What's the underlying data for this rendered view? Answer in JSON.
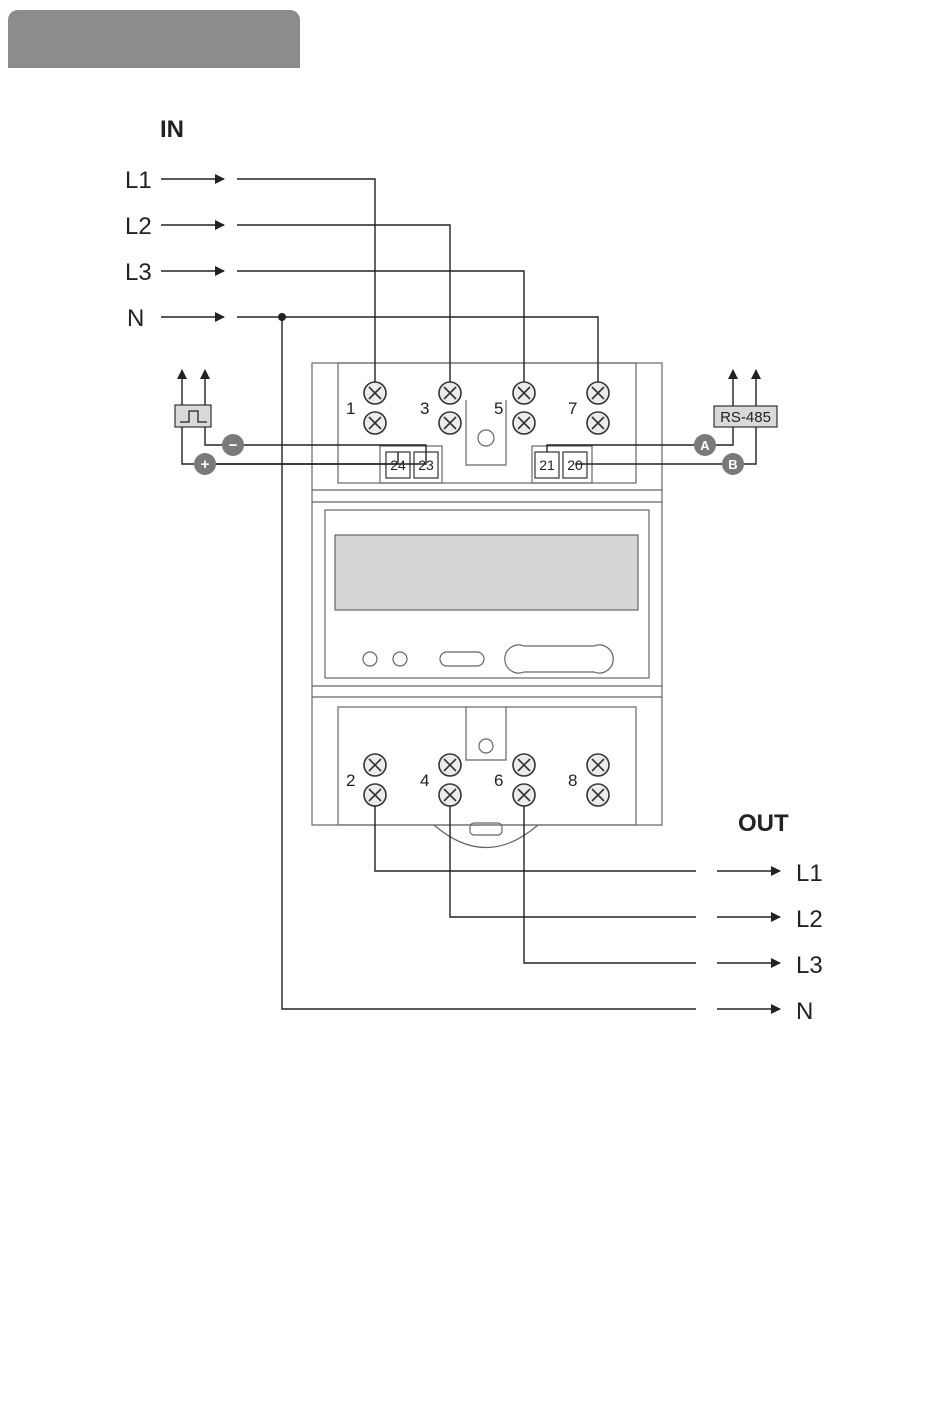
{
  "header": {
    "tab_text": ""
  },
  "input": {
    "heading": "IN",
    "lines": [
      "L1",
      "L2",
      "L3",
      "N"
    ]
  },
  "output": {
    "heading": "OUT",
    "lines": [
      "L1",
      "L2",
      "L3",
      "N"
    ]
  },
  "terminals": {
    "top": [
      "1",
      "3",
      "5",
      "7"
    ],
    "bottom": [
      "2",
      "4",
      "6",
      "8"
    ],
    "pulse": [
      "24",
      "23"
    ],
    "rs485": [
      "21",
      "20"
    ]
  },
  "pulse_output": {
    "minus": "−",
    "plus": "+"
  },
  "rs485": {
    "label": "RS-485",
    "a": "A",
    "b": "B"
  },
  "colors": {
    "tab": "#8c8c8c",
    "badge": "#7a7a7a",
    "wire": "#222222",
    "screen": "#d6d6d6"
  }
}
